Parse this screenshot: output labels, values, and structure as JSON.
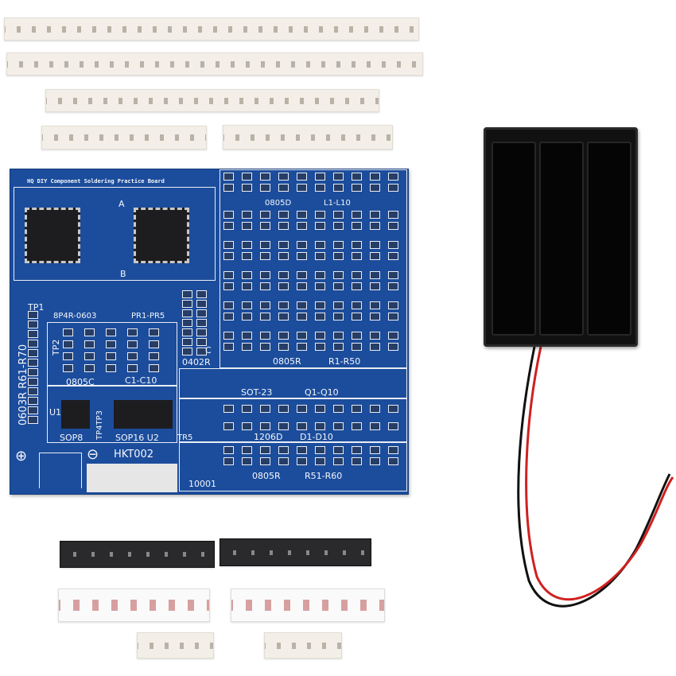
{
  "board": {
    "title": "HQ DIY Component Soldering Practice Board",
    "labels": {
      "a": "A",
      "b": "B",
      "tp1": "TP1",
      "r61": "0603R  R61-R70",
      "bp4r": "8P4R-0603",
      "pr": "PR1-PR5",
      "tp2": "TP2",
      "c0805": "0805C",
      "c1c10": "C1-C10",
      "u1": "U1",
      "sop8": "SOP8",
      "tp4tp3": "TP4TP3",
      "sop16": "SOP16 U2",
      "tr5": "TR5",
      "hkt": "HKT002",
      "r0402": "0402R",
      "c": "C",
      "d0805": "0805D",
      "l1l10": "L1-L10",
      "r0805a": "0805R",
      "r1r50": "R1-R50",
      "sot23": "SOT-23",
      "q1q10": "Q1-Q10",
      "d1206": "1206D",
      "d1d10": "D1-D10",
      "r0805b": "0805R",
      "r51r60": "R51-R60",
      "n10001": "10001",
      "plus": "⊕",
      "minus": "⊖"
    }
  },
  "colors": {
    "pcb": "#1c4d9c",
    "holder": "#111111",
    "wire_red": "#d0201f",
    "wire_black": "#111111"
  }
}
